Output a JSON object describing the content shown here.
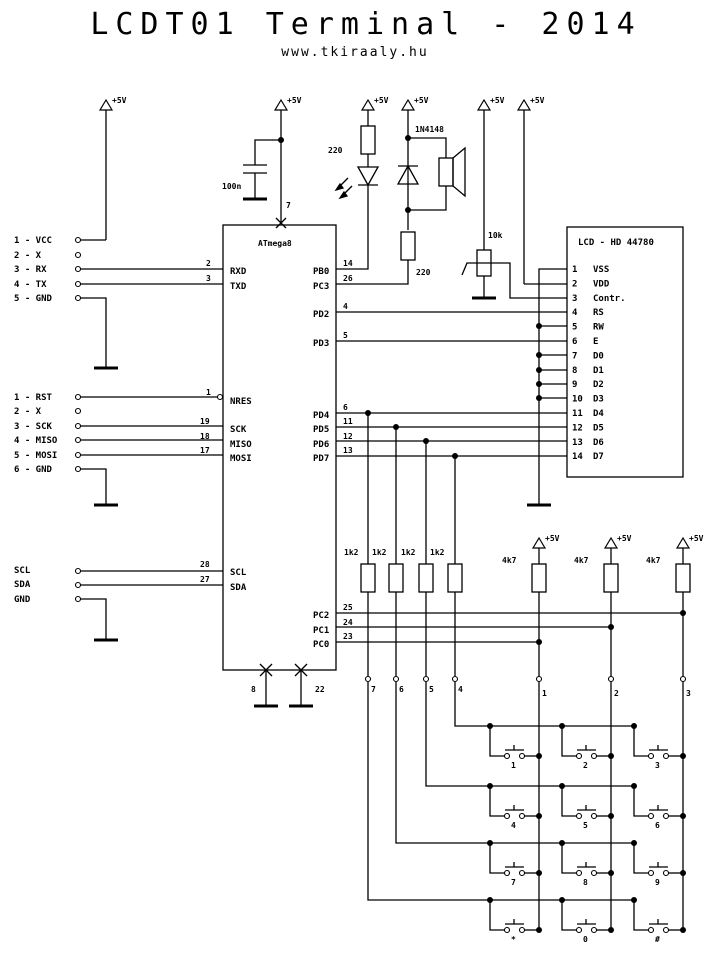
{
  "title": "LCDT01 Terminal - 2014",
  "subtitle": "www.tkiraaly.hu",
  "supply": "+5V",
  "mcu": {
    "name": "ATmega8",
    "pins_left": [
      {
        "num": "2",
        "name": "RXD"
      },
      {
        "num": "3",
        "name": "TXD"
      },
      {
        "num": "1",
        "name": "NRES"
      },
      {
        "num": "19",
        "name": "SCK"
      },
      {
        "num": "18",
        "name": "MISO"
      },
      {
        "num": "17",
        "name": "MOSI"
      },
      {
        "num": "28",
        "name": "SCL"
      },
      {
        "num": "27",
        "name": "SDA"
      }
    ],
    "pins_right": [
      {
        "num": "14",
        "name": "PB0"
      },
      {
        "num": "26",
        "name": "PC3"
      },
      {
        "num": "4",
        "name": "PD2"
      },
      {
        "num": "5",
        "name": "PD3"
      },
      {
        "num": "6",
        "name": "PD4"
      },
      {
        "num": "11",
        "name": "PD5"
      },
      {
        "num": "12",
        "name": "PD6"
      },
      {
        "num": "13",
        "name": "PD7"
      },
      {
        "num": "25",
        "name": "PC2"
      },
      {
        "num": "24",
        "name": "PC1"
      },
      {
        "num": "23",
        "name": "PC0"
      }
    ],
    "pin_vcc": "7",
    "pin_gnd1": "8",
    "pin_gnd2": "22"
  },
  "connectors": {
    "serial": [
      "1 - VCC",
      "2 - X",
      "3 - RX",
      "4 - TX",
      "5 - GND"
    ],
    "isp": [
      "1 - RST",
      "2 - X",
      "3 - SCK",
      "4 - MISO",
      "5 - MOSI",
      "6 - GND"
    ],
    "i2c": [
      "SCL",
      "SDA",
      "GND"
    ]
  },
  "parts": {
    "cap": "100n",
    "led_res": "220",
    "diode": "1N4148",
    "spk_res": "220",
    "pot": "10k",
    "col_res": [
      "1k2",
      "1k2",
      "1k2",
      "1k2"
    ],
    "row_res": [
      "4k7",
      "4k7",
      "4k7"
    ]
  },
  "lcd": {
    "name": "LCD - HD 44780",
    "pins": [
      {
        "num": "1",
        "name": "VSS"
      },
      {
        "num": "2",
        "name": "VDD"
      },
      {
        "num": "3",
        "name": "Contr."
      },
      {
        "num": "4",
        "name": "RS"
      },
      {
        "num": "5",
        "name": "RW"
      },
      {
        "num": "6",
        "name": "E"
      },
      {
        "num": "7",
        "name": "D0"
      },
      {
        "num": "8",
        "name": "D1"
      },
      {
        "num": "9",
        "name": "D2"
      },
      {
        "num": "10",
        "name": "D3"
      },
      {
        "num": "11",
        "name": "D4"
      },
      {
        "num": "12",
        "name": "D5"
      },
      {
        "num": "13",
        "name": "D6"
      },
      {
        "num": "14",
        "name": "D7"
      }
    ]
  },
  "keypad": {
    "col_terms": [
      "7",
      "6",
      "5",
      "4"
    ],
    "row_terms": [
      "1",
      "2",
      "3"
    ],
    "keys": [
      "1",
      "2",
      "3",
      "4",
      "5",
      "6",
      "7",
      "8",
      "9",
      "*",
      "0",
      "#"
    ]
  }
}
